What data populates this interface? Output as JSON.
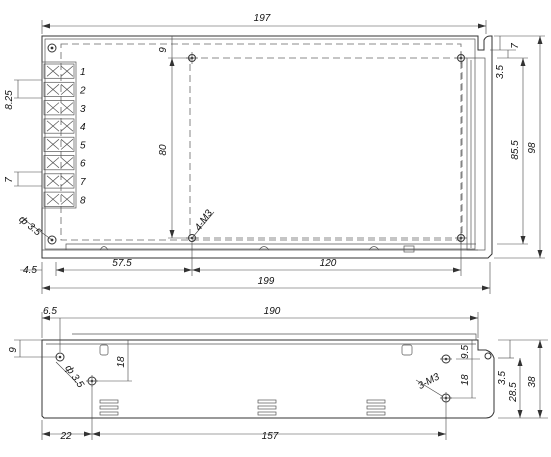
{
  "top_view": {
    "dims": {
      "width_overall": "197",
      "width_bottom": "199",
      "height_overall": "98",
      "hole_height": "85.5",
      "hole_vert_spacing": "80",
      "hole_top_offset": "9",
      "corner_offset": "7",
      "ear_offset": "3.5",
      "left_offset": "4.5",
      "hole_x1": "57.5",
      "hole_x2": "120",
      "terminal_pitch": "8.25",
      "terminal_gap": "7",
      "hole_diameter": "ф 3.5",
      "screw_spec": "4-M3"
    },
    "terminals": [
      "1",
      "2",
      "3",
      "4",
      "5",
      "6",
      "7",
      "8"
    ]
  },
  "side_view": {
    "dims": {
      "length": "190",
      "left_offset": "6.5",
      "hole_top": "9",
      "hole_y_left": "18",
      "hole_y_right": "18",
      "hole_top_right": "9.5",
      "height": "38",
      "height_inner": "28.5",
      "ear_height": "3.5",
      "hole_dist_left": "22",
      "hole_spacing": "157",
      "hole_diameter": "ф 3.5",
      "screw_spec": "3-M3"
    }
  }
}
